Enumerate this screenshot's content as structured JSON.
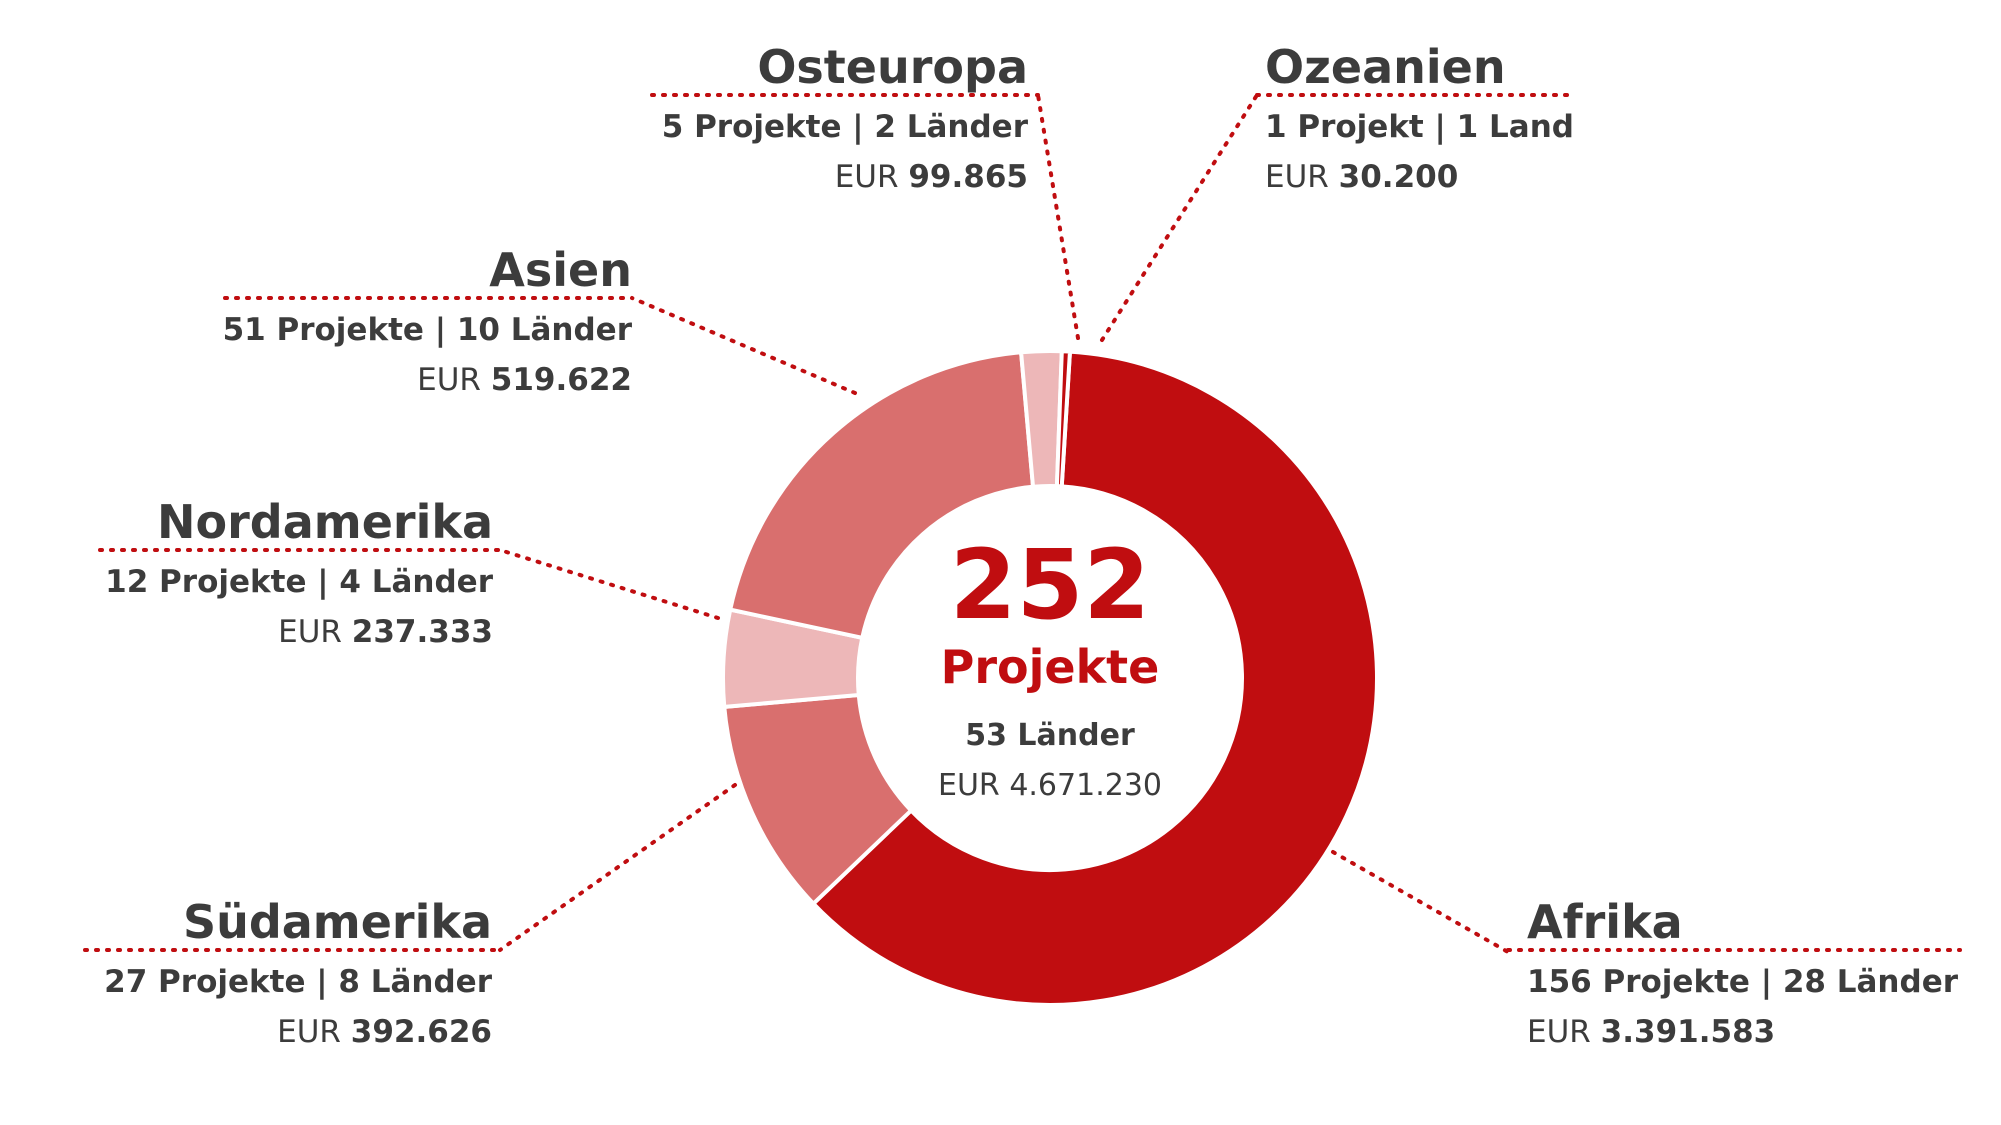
{
  "chart_data": {
    "type": "pie",
    "variant": "donut",
    "center": {
      "total_projects": "252",
      "projects_label": "Projekte",
      "countries": "53 Länder",
      "currency": "EUR",
      "amount": "4.671.230"
    },
    "values_unit": "Projekte",
    "slices": [
      {
        "name": "Afrika",
        "projects": 156,
        "detail": "156 Projekte | 28 Länder",
        "currency": "EUR",
        "amount": "3.391.583",
        "color": "#c00d10"
      },
      {
        "name": "Südamerika",
        "projects": 27,
        "detail": "27 Projekte | 8 Länder",
        "currency": "EUR",
        "amount": "392.626",
        "color": "#d96f6e"
      },
      {
        "name": "Nordamerika",
        "projects": 12,
        "detail": "12 Projekte | 4 Länder",
        "currency": "EUR",
        "amount": "237.333",
        "color": "#edb7b8"
      },
      {
        "name": "Asien",
        "projects": 51,
        "detail": "51 Projekte | 10 Länder",
        "currency": "EUR",
        "amount": "519.622",
        "color": "#d96f6e"
      },
      {
        "name": "Osteuropa",
        "projects": 5,
        "detail": "5 Projekte | 2 Länder",
        "currency": "EUR",
        "amount": "99.865",
        "color": "#edb7b8"
      },
      {
        "name": "Ozeanien",
        "projects": 1,
        "detail": "1 Projekt | 1 Land",
        "currency": "EUR",
        "amount": "30.200",
        "color": "#c00d10"
      }
    ],
    "colors": {
      "accent": "#c00d10",
      "text": "#3c3c3c",
      "leader": "#c00d10"
    }
  }
}
